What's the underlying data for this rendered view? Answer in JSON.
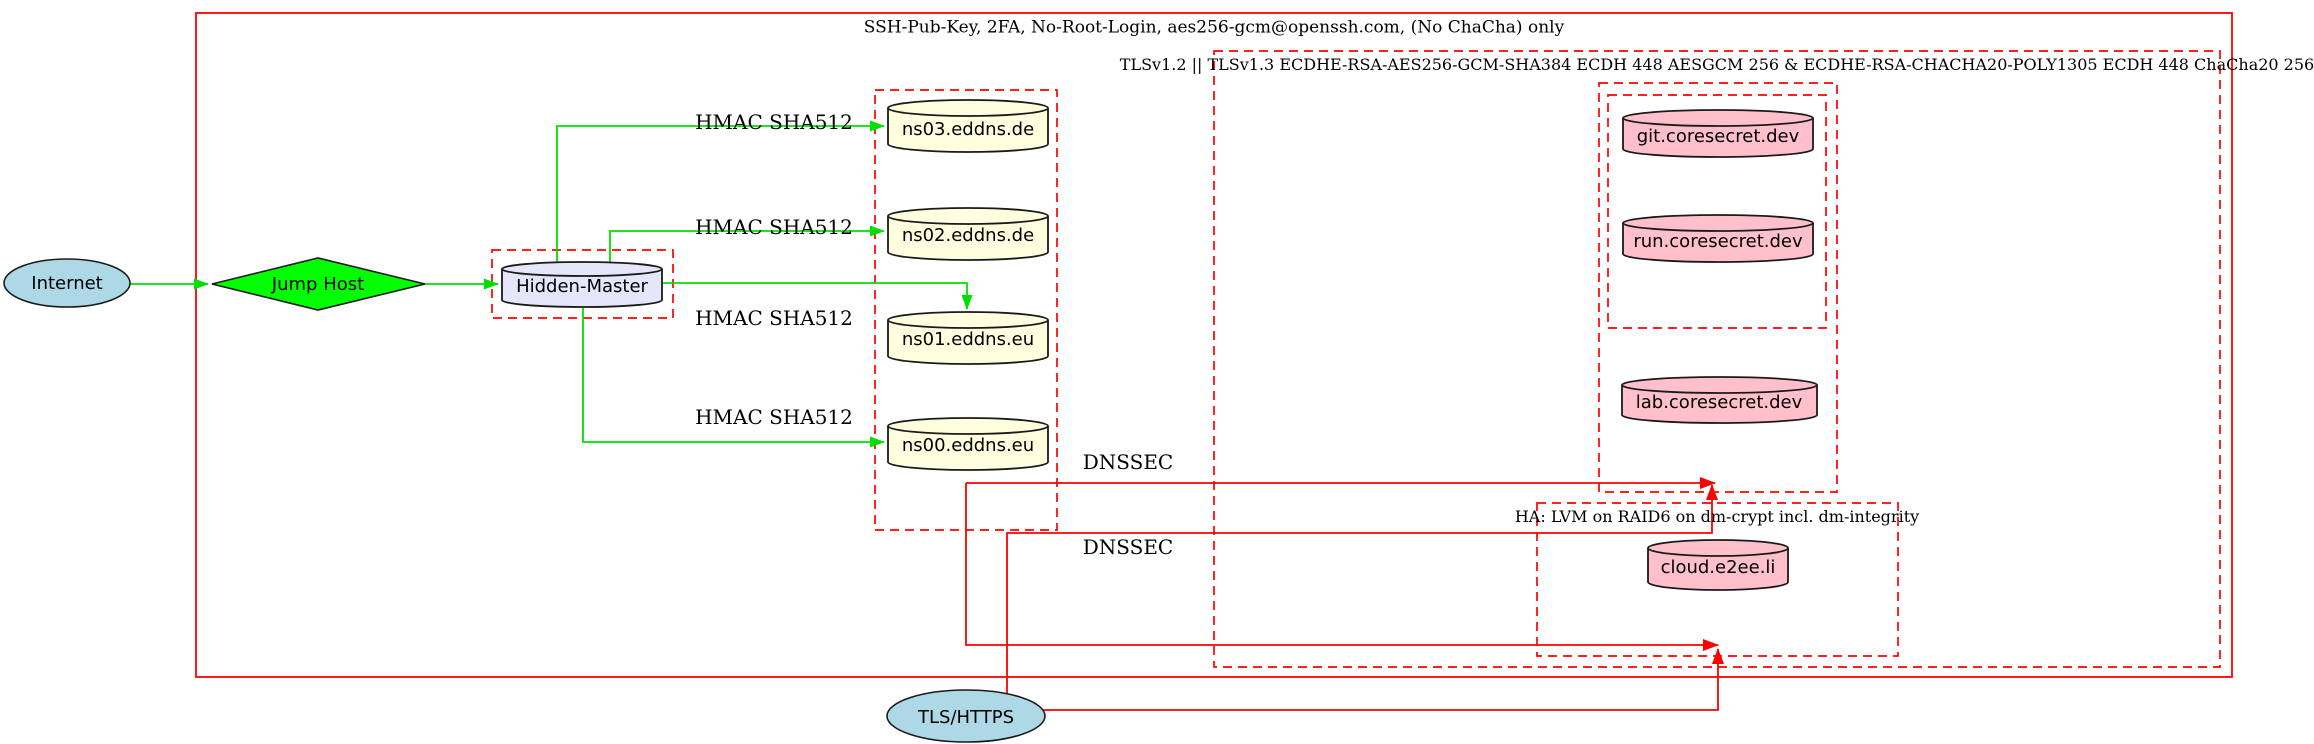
{
  "diagram": {
    "clusters": {
      "ssh": {
        "label": "SSH-Pub-Key, 2FA, No-Root-Login, aes256-gcm@openssh.com, (No ChaCha) only"
      },
      "tls": {
        "label": "TLSv1.2 || TLSv1.3 ECDHE-RSA-AES256-GCM-SHA384 ECDH 448 AESGCM 256 & ECDHE-RSA-CHACHA20-POLY1305 ECDH 448 ChaCha20 256"
      },
      "ha": {
        "label": "HA: LVM on RAID6 on dm-crypt incl. dm-integrity"
      }
    },
    "nodes": {
      "internet": {
        "label": "Internet"
      },
      "jump_host": {
        "label": "Jump Host"
      },
      "hidden_master": {
        "label": "Hidden-Master"
      },
      "ns03": {
        "label": "ns03.eddns.de"
      },
      "ns02": {
        "label": "ns02.eddns.de"
      },
      "ns01": {
        "label": "ns01.eddns.eu"
      },
      "ns00": {
        "label": "ns00.eddns.eu"
      },
      "git": {
        "label": "git.coresecret.dev"
      },
      "run": {
        "label": "run.coresecret.dev"
      },
      "lab": {
        "label": "lab.coresecret.dev"
      },
      "cloud": {
        "label": "cloud.e2ee.li"
      },
      "tls_https": {
        "label": "TLS/HTTPS"
      }
    },
    "edge_labels": {
      "hmac_ns03": "HMAC SHA512",
      "hmac_ns02": "HMAC SHA512",
      "hmac_ns01": "HMAC SHA512",
      "hmac_ns00": "HMAC SHA512",
      "dnssec_1": "DNSSEC",
      "dnssec_2": "DNSSEC"
    },
    "colors": {
      "cluster_border": "#ff0000",
      "edge_secure_green": "#00e000",
      "edge_red": "#ff0000",
      "node_border": "#1a1a1a",
      "internet_fill": "#add8e6",
      "jump_fill": "#00ff00",
      "master_fill": "#e6e6fa",
      "dns_fill": "#ffffe0",
      "service_fill": "#ffc0cb"
    }
  }
}
